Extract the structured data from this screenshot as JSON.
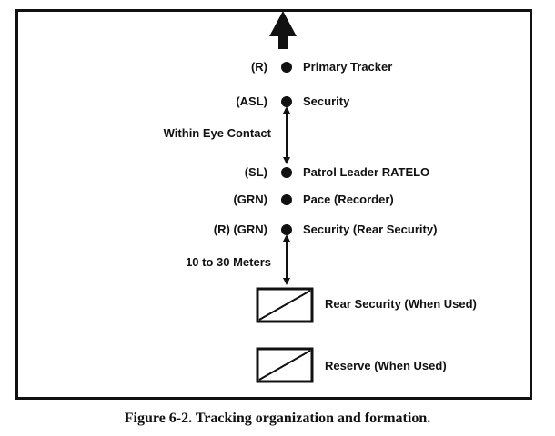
{
  "diagram": {
    "direction_arrow_icon": "up-arrow-icon",
    "positions": [
      {
        "role": "(R)",
        "label": "Primary Tracker"
      },
      {
        "role": "(ASL)",
        "label": "Security"
      },
      {
        "role": "(SL)",
        "label": "Patrol Leader RATELO"
      },
      {
        "role": "(GRN)",
        "label": "Pace (Recorder)"
      },
      {
        "role": "(R) (GRN)",
        "label": "Security (Rear Security)"
      }
    ],
    "spacings": [
      {
        "label": "Within Eye Contact"
      },
      {
        "label": "10 to 30 Meters"
      }
    ],
    "elements": [
      {
        "label": "Rear Security (When Used)"
      },
      {
        "label": "Reserve (When Used)"
      }
    ]
  },
  "caption": "Figure 6-2. Tracking organization and formation."
}
